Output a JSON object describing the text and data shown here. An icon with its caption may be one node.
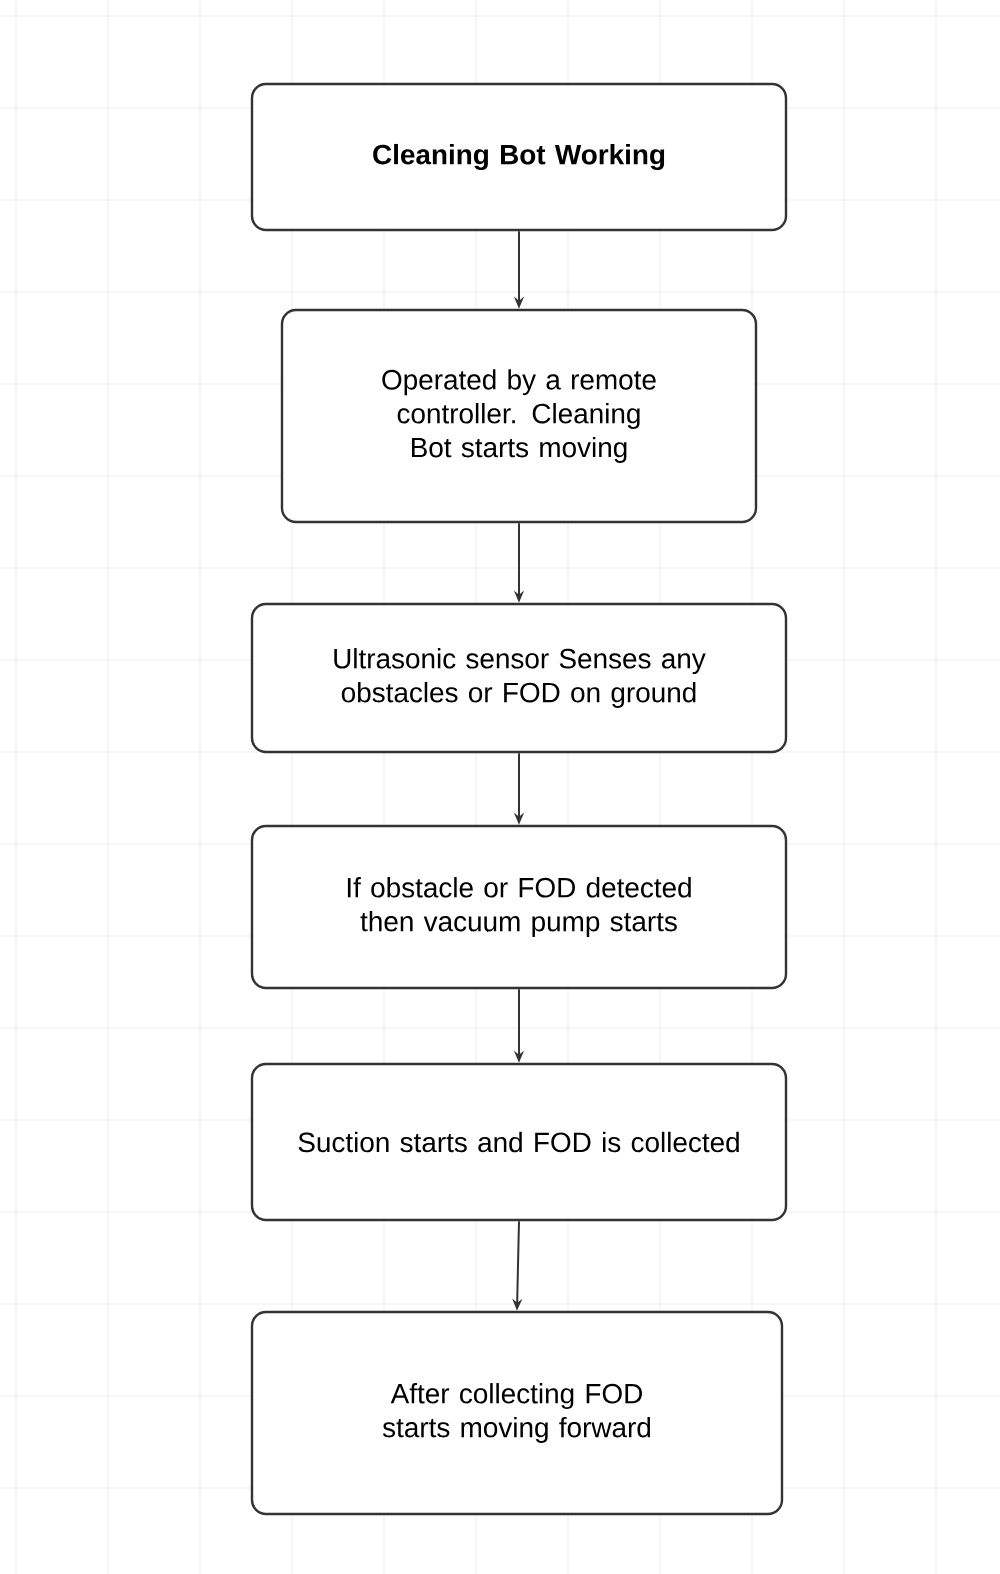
{
  "diagram": {
    "nodes": [
      {
        "text": [
          "Cleaning Bot Working"
        ]
      },
      {
        "text": [
          "Operated by a remote controller. Cleaning Bot starts moving"
        ]
      },
      {
        "text": [
          "Ultrasonic sensor Senses any obstacles or FOD on ground"
        ]
      },
      {
        "text": [
          "If obstacle or FOD detected then vacuum pump starts"
        ]
      },
      {
        "text": [
          "Suction starts and FOD is collected"
        ]
      },
      {
        "text": [
          "After collecting FOD starts moving forward"
        ]
      }
    ],
    "edges": [
      {
        "from": 0,
        "to": 1,
        "arrow": "to"
      },
      {
        "from": 1,
        "to": 2,
        "arrow": "to"
      },
      {
        "from": 2,
        "to": 3,
        "arrow": "to"
      },
      {
        "from": 3,
        "to": 4,
        "arrow": "to"
      },
      {
        "from": 4,
        "to": 5,
        "arrow": "to"
      }
    ]
  }
}
